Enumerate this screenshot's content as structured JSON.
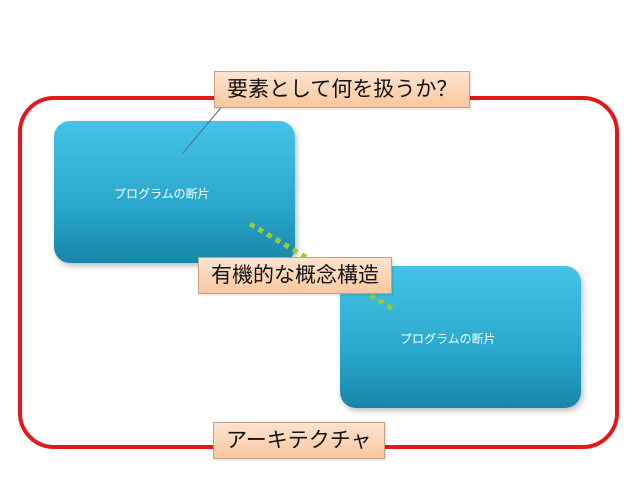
{
  "diagram": {
    "top_callout": "要素として何を扱うか？",
    "middle_callout": "有機的な概念構造",
    "bottom_callout": "アーキテクチャ",
    "fragment_1_label": "プログラムの断片",
    "fragment_2_label": "プログラムの断片",
    "colors": {
      "frame": "#e01a1a",
      "fragment": "#2aa7cc",
      "dotted_link": "#9acd32",
      "callout_fill": "#fbd3b3"
    }
  }
}
